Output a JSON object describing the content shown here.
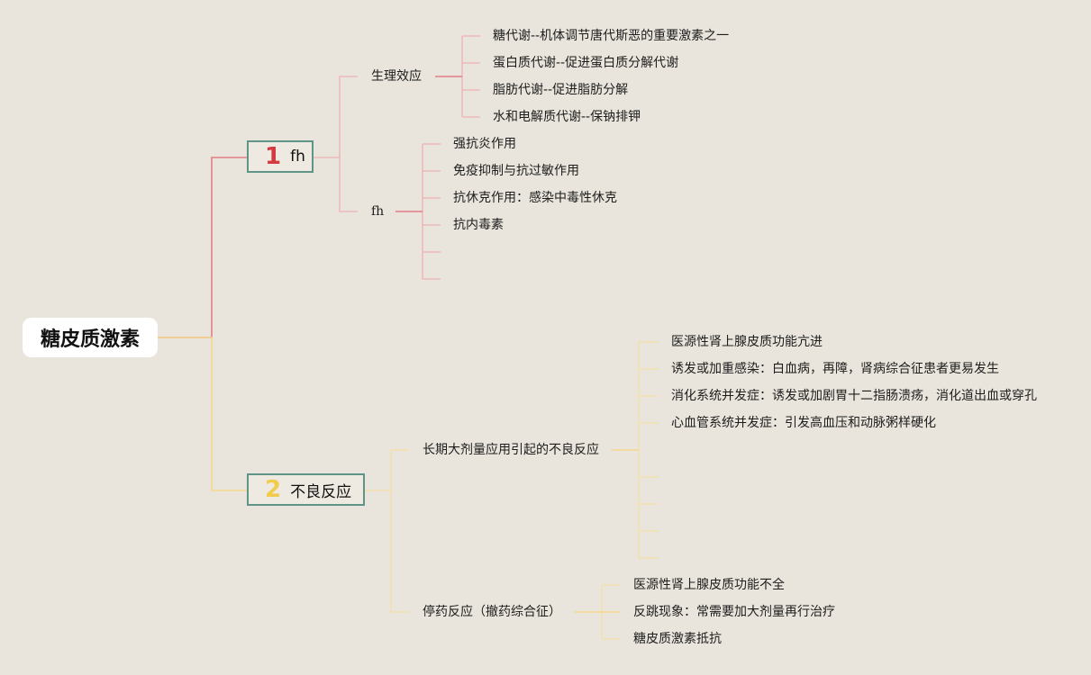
{
  "root": {
    "label": "糖皮质激素"
  },
  "branch1": {
    "number": "1",
    "label": "fh",
    "sub1": {
      "label": "生理效应",
      "items": [
        "糖代谢--机体调节唐代斯恶的重要激素之一",
        "蛋白质代谢--促进蛋白质分解代谢",
        "脂肪代谢--促进脂肪分解",
        "水和电解质代谢--保钠排钾"
      ]
    },
    "sub2": {
      "label": "fh",
      "items": [
        "强抗炎作用",
        "免疫抑制与抗过敏作用",
        "抗休克作用：感染中毒性休克",
        "抗内毒素",
        "",
        ""
      ]
    }
  },
  "branch2": {
    "number": "2",
    "label": "不良反应",
    "sub1": {
      "label": "长期大剂量应用引起的不良反应",
      "items": [
        "医源性肾上腺皮质功能亢进",
        "诱发或加重感染：白血病，再障，肾病综合征患者更易发生",
        "消化系统并发症：诱发或加剧胃十二指肠溃疡，消化道出血或穿孔",
        "心血管系统并发症：引发高血压和动脉粥样硬化",
        "",
        "",
        "",
        ""
      ]
    },
    "sub2": {
      "label": "停药反应（撤药综合征）",
      "items": [
        "医源性肾上腺皮质功能不全",
        "反跳现象：常需要加大剂量再行治疗",
        "糖皮质激素抵抗"
      ]
    }
  },
  "colors": {
    "background": "#e9e5dc",
    "branch1_line": "#e07f86",
    "branch1_leaf_line": "#edb0b5",
    "branch2_line": "#f6d68c",
    "branch2_leaf_line": "#f5dfa5",
    "box_border": "#5f9486",
    "number1": "#d43a3f",
    "number2": "#f0cc4a"
  }
}
